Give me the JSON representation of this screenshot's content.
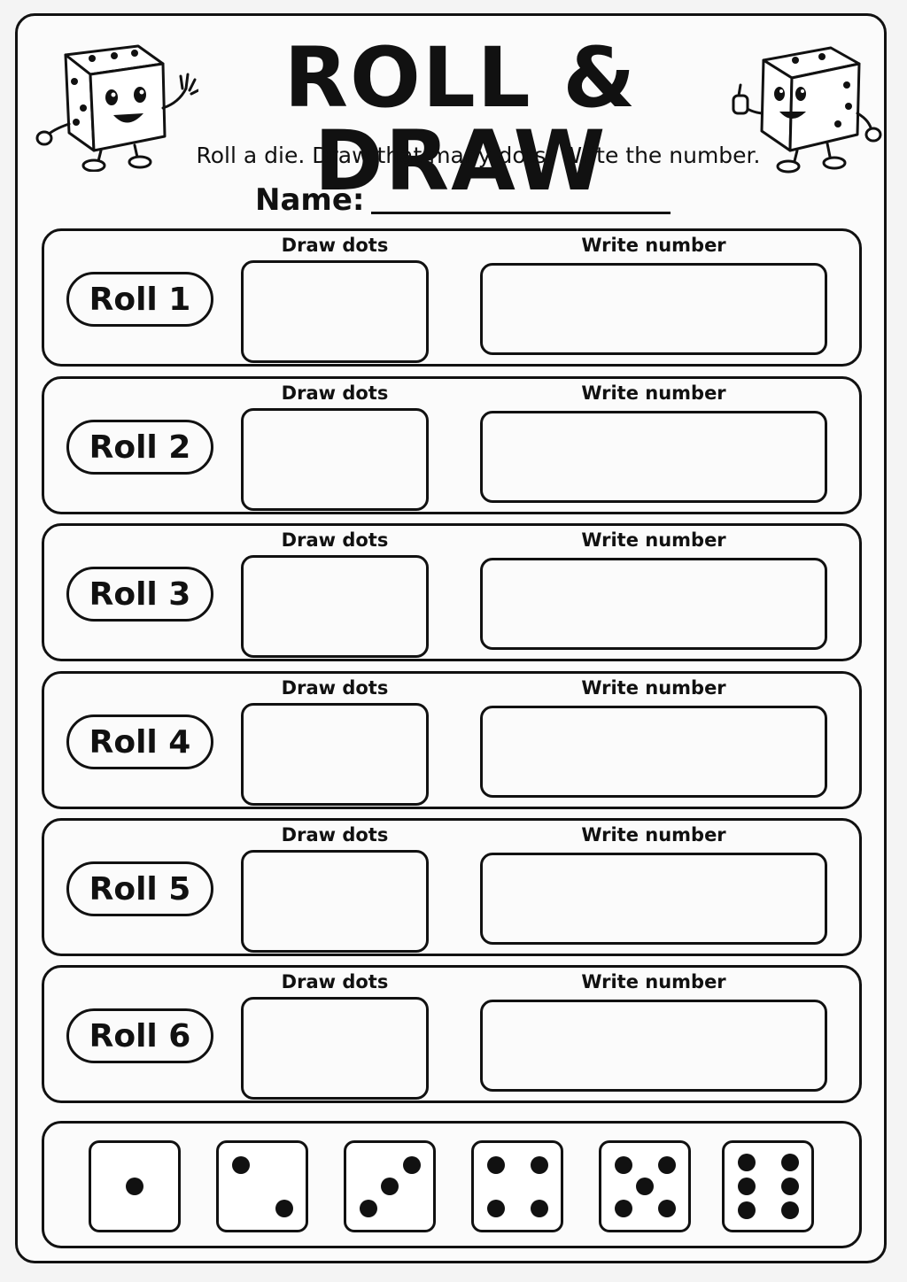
{
  "header": {
    "title": "ROLL & DRAW",
    "subtitle": "Roll a die. Draw that many dots. Write the number.",
    "name_label": "Name:"
  },
  "rows": [
    {
      "roll_label": "Roll 1",
      "dots_label": "Draw dots",
      "number_label": "Write number"
    },
    {
      "roll_label": "Roll 2",
      "dots_label": "Draw dots",
      "number_label": "Write number"
    },
    {
      "roll_label": "Roll 3",
      "dots_label": "Draw dots",
      "number_label": "Write number"
    },
    {
      "roll_label": "Roll 4",
      "dots_label": "Draw dots",
      "number_label": "Write number"
    },
    {
      "roll_label": "Roll 5",
      "dots_label": "Draw dots",
      "number_label": "Write number"
    },
    {
      "roll_label": "Roll 6",
      "dots_label": "Draw dots",
      "number_label": "Write number"
    }
  ],
  "dice_reference": [
    1,
    2,
    3,
    4,
    5,
    6
  ],
  "icons": {
    "mascot_left": "waving-die-mascot-icon",
    "mascot_right": "thumbs-up-die-mascot-icon",
    "die_face": "die-face-icon"
  }
}
